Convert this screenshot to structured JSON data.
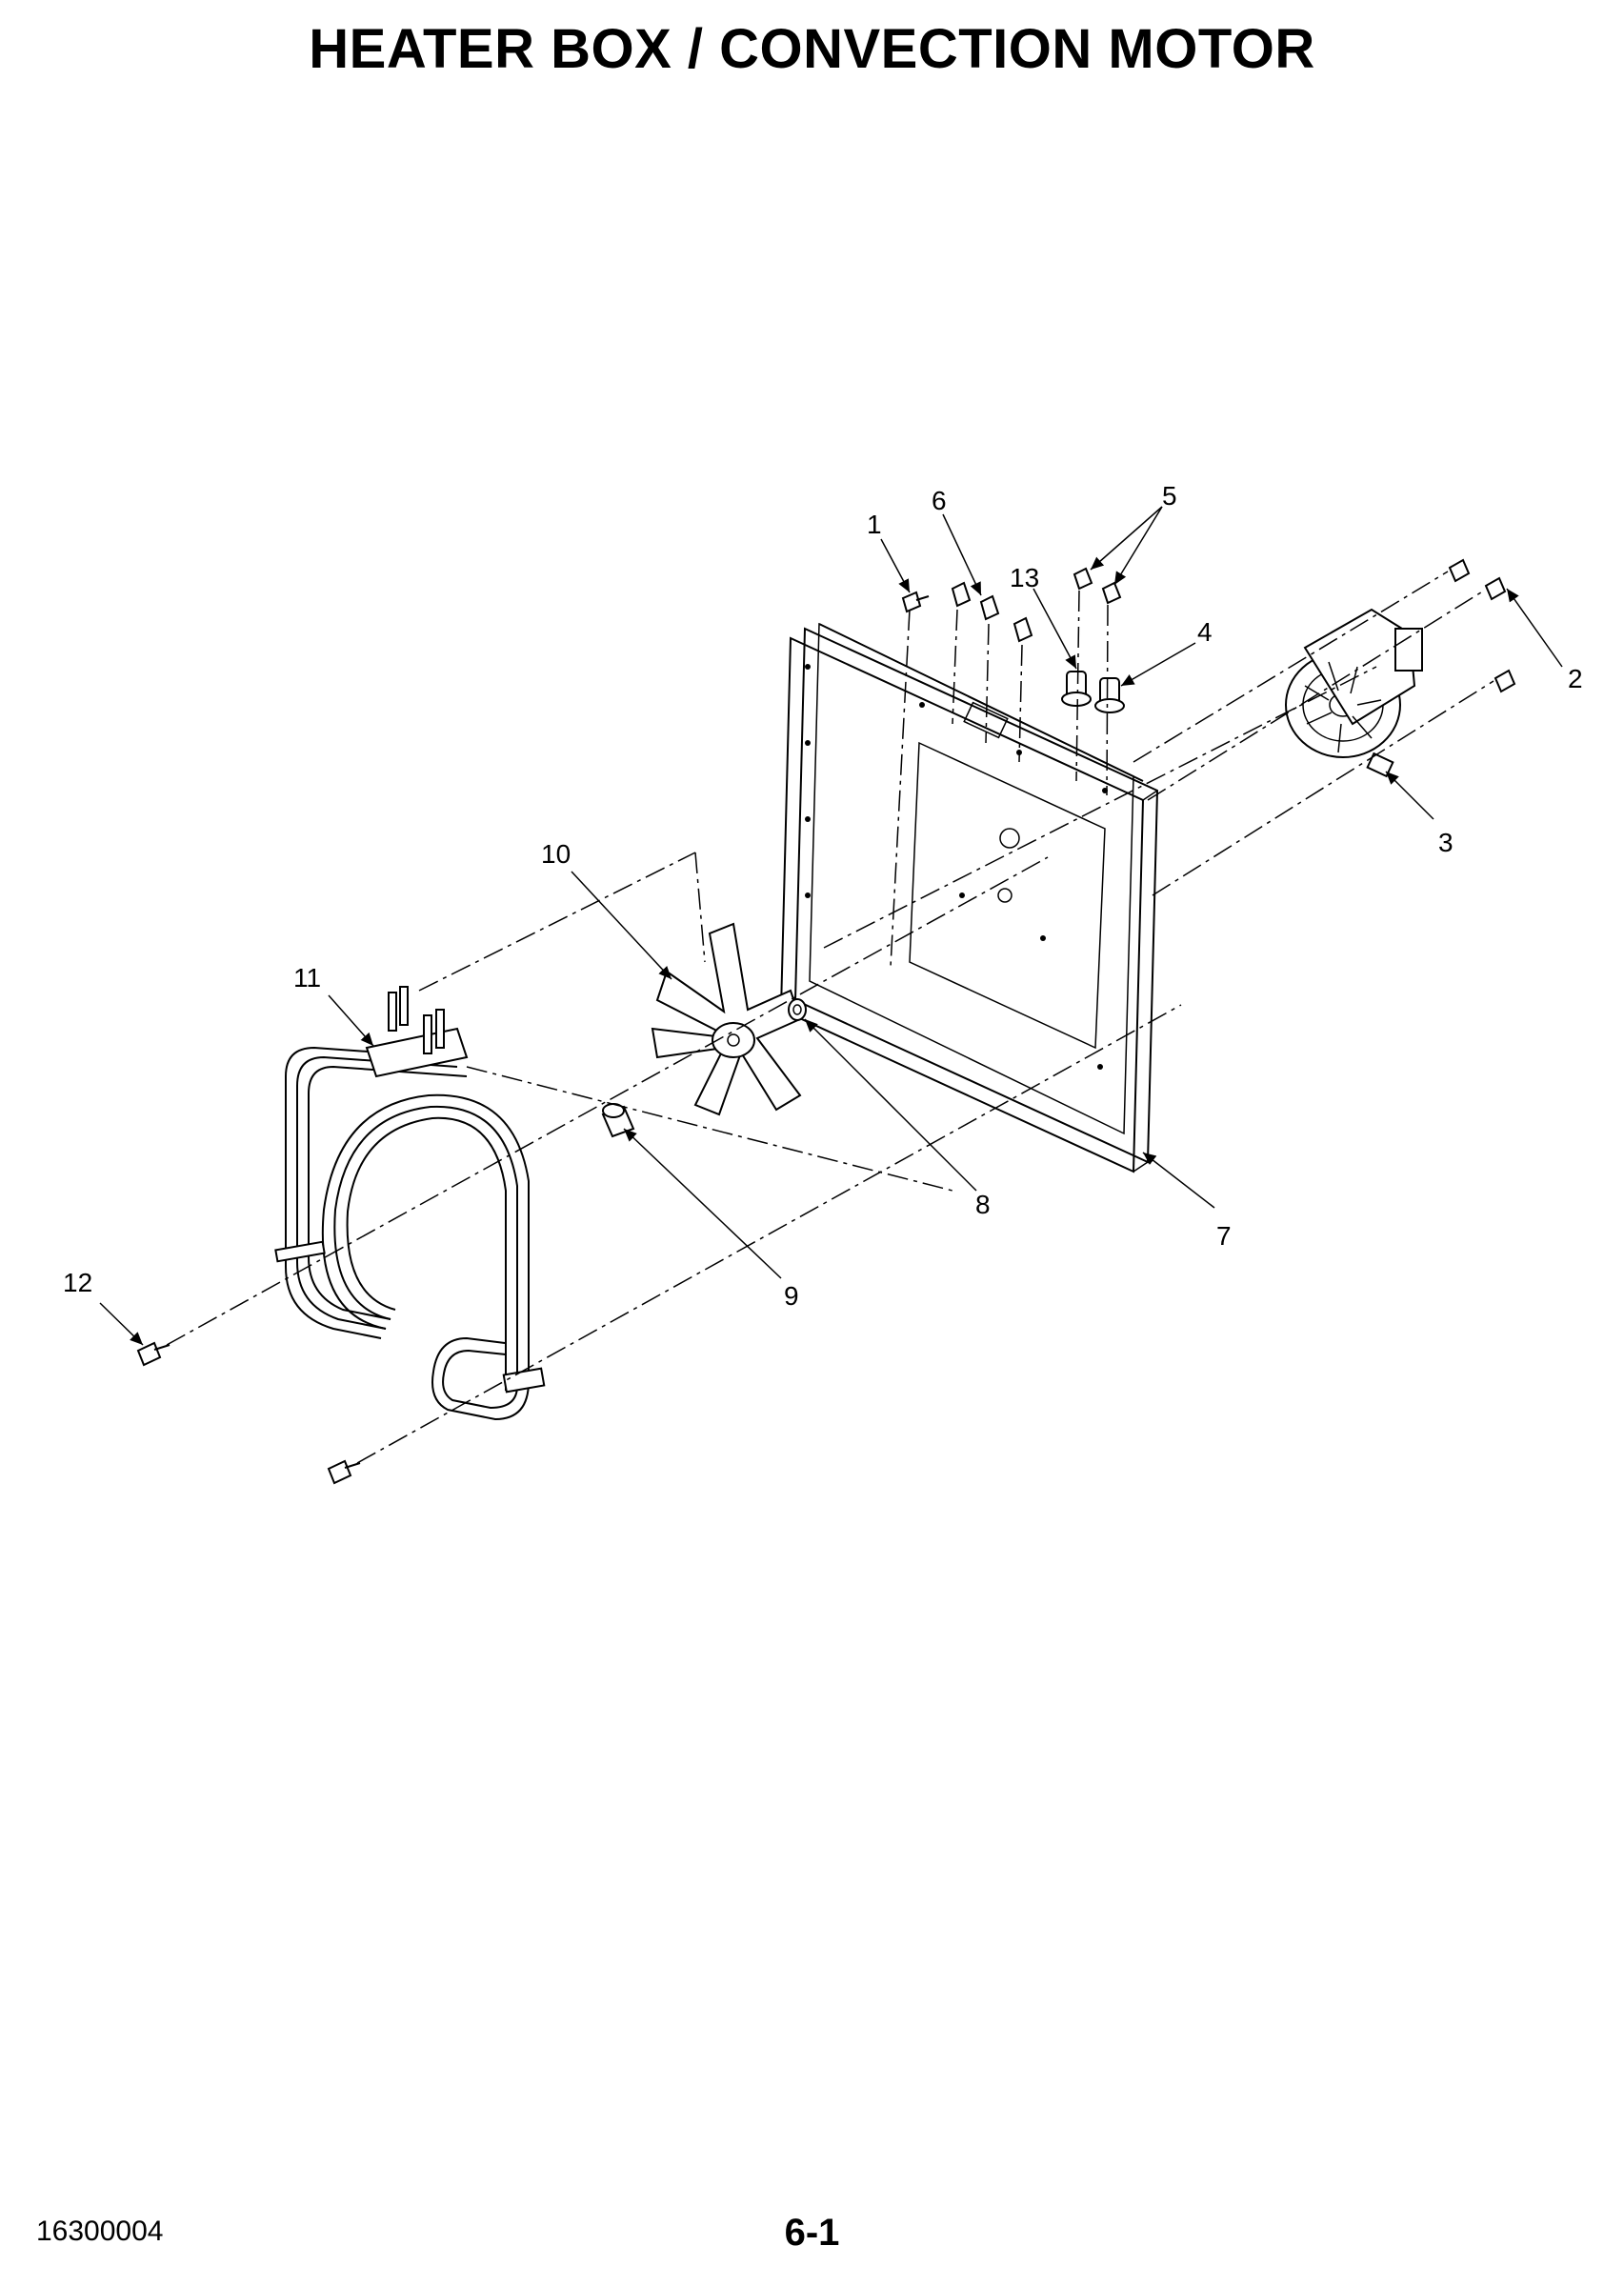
{
  "title": "HEATER BOX / CONVECTION MOTOR",
  "callouts": {
    "c1": "1",
    "c2": "2",
    "c3": "3",
    "c4": "4",
    "c5": "5",
    "c6": "6",
    "c7": "7",
    "c8": "8",
    "c9": "9",
    "c10": "10",
    "c11": "11",
    "c12": "12",
    "c13": "13"
  },
  "footer": {
    "doc_number": "16300004",
    "page_number": "6-1"
  },
  "colors": {
    "line": "#000000",
    "background": "#ffffff"
  }
}
